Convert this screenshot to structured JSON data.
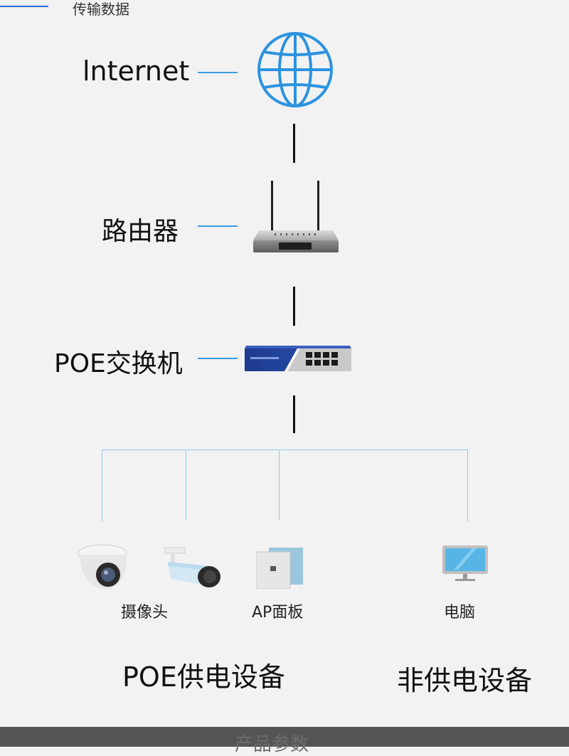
{
  "legend": {
    "label": "传输数据"
  },
  "nodes": {
    "internet": "lnternet",
    "router": "路由器",
    "switch": "POE交换机"
  },
  "devices": {
    "camera": "摄像头",
    "ap": "AP面板",
    "pc": "电脑"
  },
  "groups": {
    "poe": "POE供电设备",
    "non_poe": "非供电设备"
  },
  "footer": {
    "label": "产品参数"
  },
  "colors": {
    "background": "#f2f2f2",
    "connector_blue": "#3a9be0",
    "tree_blue": "#8cc8ef",
    "link_black": "#111111",
    "globe_blue": "#2b93e0"
  }
}
